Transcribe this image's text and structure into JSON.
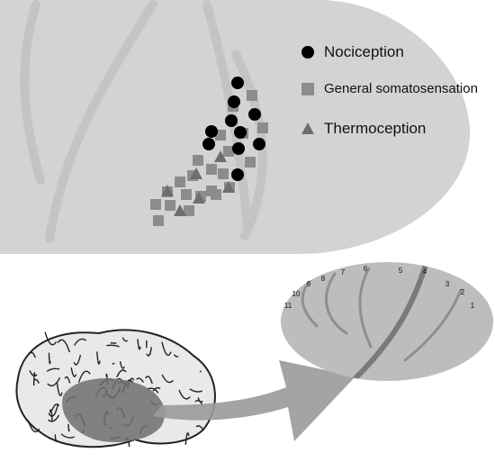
{
  "legend": [
    {
      "label": "Nociception",
      "marker": "circle-icon"
    },
    {
      "label": "General somatosensation",
      "marker": "square-icon"
    },
    {
      "label": "Thermoception",
      "marker": "triangle-icon"
    }
  ],
  "colors": {
    "insula": "#d3d3d3",
    "insula_small": "#bdbdbd",
    "sulcus": "#c4c4c4",
    "square": "#8c8c8c",
    "triangle": "#6e6e6e",
    "circle": "#000000",
    "arrow": "#9a9a9a",
    "brain_cut": "#6e6e6e"
  },
  "gyrus_labels": [
    "1",
    "2",
    "3",
    "4",
    "5",
    "6",
    "7",
    "8",
    "9",
    "10",
    "11"
  ]
}
